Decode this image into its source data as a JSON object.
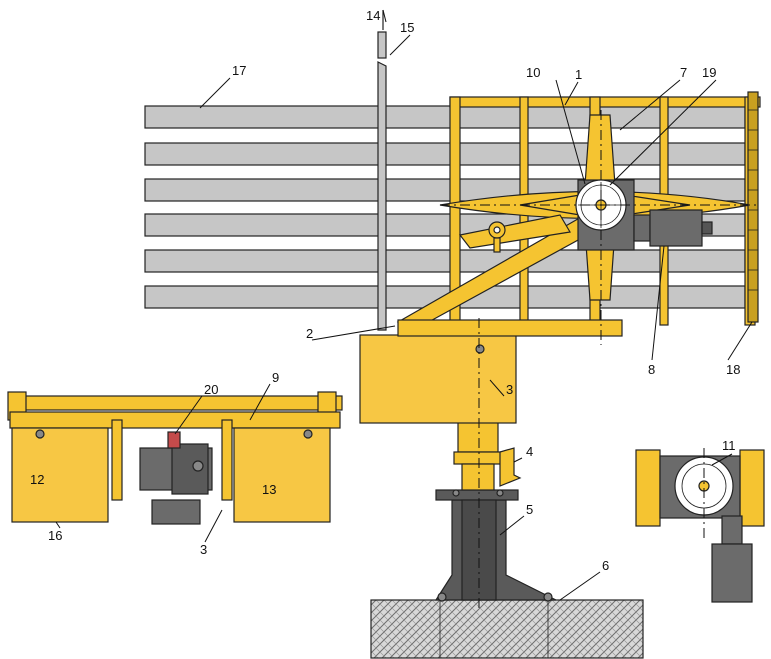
{
  "colors": {
    "frame_yellow": "#f5c431",
    "panel_yellow": "#f7c744",
    "blade_gray": "#c6c6c6",
    "motor_dark": "#6b6b6b",
    "column_dark": "#5a5a5a",
    "foundation_hatch": "#9a9a9a",
    "line": "#222222"
  },
  "callouts": {
    "c1": "1",
    "c2": "2",
    "c3": "3",
    "c3b": "3",
    "c4": "4",
    "c5": "5",
    "c6": "6",
    "c7": "7",
    "c8": "8",
    "c9": "9",
    "c10": "10",
    "c11": "11",
    "c12": "12",
    "c13": "13",
    "c14": "14",
    "c15": "15",
    "c16": "16",
    "c17": "17",
    "c18": "18",
    "c19": "19",
    "c20": "20"
  }
}
